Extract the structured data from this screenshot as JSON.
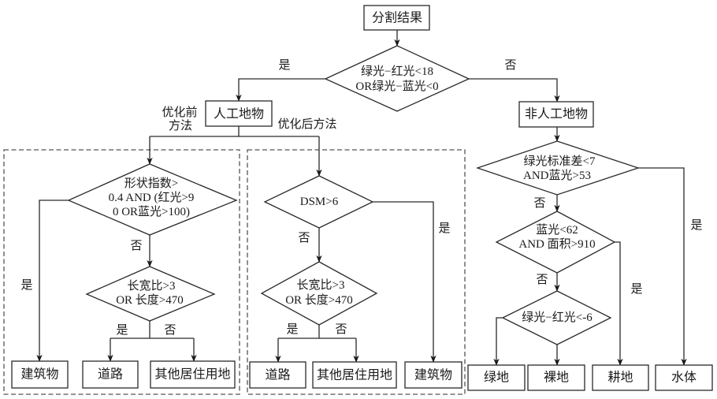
{
  "flowchart": {
    "root": {
      "label": "分割结果"
    },
    "decision_top": {
      "lines": [
        "绿光−红光<18",
        "OR绿光−蓝光<0"
      ],
      "yes_label": "是",
      "no_label": "否"
    },
    "artificial": {
      "label": "人工地物",
      "method_before": [
        "优化前",
        "方法"
      ],
      "method_after": "优化后方法"
    },
    "non_artificial": {
      "label": "非人工地物"
    },
    "before_method": {
      "decision_shape": {
        "lines": [
          "形状指数>",
          "0.4 AND (红光>9",
          "0 OR蓝光>100)"
        ],
        "yes_label": "是",
        "no_label": "否"
      },
      "decision_ratio": {
        "lines": [
          "长宽比>3",
          "OR 长度>470"
        ],
        "yes_label": "是",
        "no_label": "否"
      },
      "outputs": [
        "建筑物",
        "道路",
        "其他居住用地"
      ]
    },
    "after_method": {
      "decision_dsm": {
        "lines": [
          "DSM>6"
        ],
        "yes_label": "是",
        "no_label": "否"
      },
      "decision_ratio": {
        "lines": [
          "长宽比>3",
          "OR 长度>470"
        ],
        "yes_label": "是",
        "no_label": "否"
      },
      "outputs": [
        "道路",
        "其他居住用地",
        "建筑物"
      ]
    },
    "natural": {
      "decision_std": {
        "lines": [
          "绿光标准差<7",
          "AND蓝光>53"
        ],
        "yes_label": "是",
        "no_label": "否"
      },
      "decision_area": {
        "lines": [
          "蓝光<62",
          "AND 面积>910"
        ],
        "yes_label": "是",
        "no_label": "否"
      },
      "decision_diff": {
        "lines": [
          "绿光−红光<-6"
        ]
      },
      "outputs": [
        "绿地",
        "裸地",
        "耕地",
        "水体"
      ]
    }
  }
}
